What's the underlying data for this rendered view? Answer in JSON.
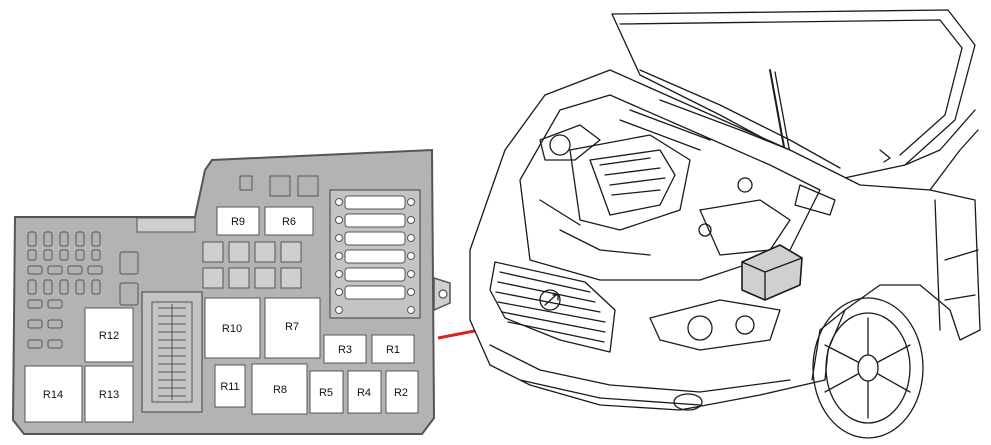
{
  "fuse_box": {
    "relays": [
      {
        "id": "r9",
        "label": "R9"
      },
      {
        "id": "r6",
        "label": "R6"
      },
      {
        "id": "r12",
        "label": "R12"
      },
      {
        "id": "r10",
        "label": "R10"
      },
      {
        "id": "r7",
        "label": "R7"
      },
      {
        "id": "r3",
        "label": "R3"
      },
      {
        "id": "r1",
        "label": "R1"
      },
      {
        "id": "r14",
        "label": "R14"
      },
      {
        "id": "r13",
        "label": "R13"
      },
      {
        "id": "r11",
        "label": "R11"
      },
      {
        "id": "r8",
        "label": "R8"
      },
      {
        "id": "r5",
        "label": "R5"
      },
      {
        "id": "r4",
        "label": "R4"
      },
      {
        "id": "r2",
        "label": "R2"
      }
    ]
  },
  "colors": {
    "housing": "#b3b3b3",
    "housing_edge": "#555555",
    "relay_fill": "#ffffff",
    "pointer_line": "#e02020",
    "line_art": "#1a1a1a"
  },
  "icons": [
    "fuse-box-diagram",
    "car-engine-bay-illustration",
    "pointer-line"
  ]
}
